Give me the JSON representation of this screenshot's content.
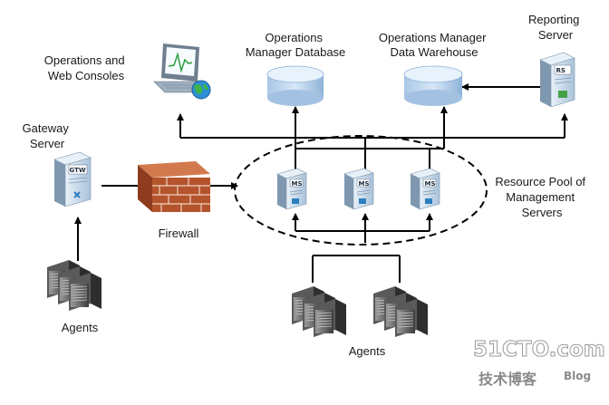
{
  "labels": {
    "consoles": [
      "Operations and",
      "Web Consoles"
    ],
    "ops_db": [
      "Operations",
      "Manager Database"
    ],
    "dw": [
      "Operations Manager",
      "Data Warehouse"
    ],
    "reporting": [
      "Reporting",
      "Server"
    ],
    "gateway": [
      "Gateway",
      "Server"
    ],
    "firewall": "Firewall",
    "resource_pool": [
      "Resource Pool of",
      "Management",
      "Servers"
    ],
    "agents_left": "Agents",
    "agents_bottom": "Agents"
  },
  "server_tags": {
    "gtw": "GTW",
    "ms": "MS",
    "rs": "RS"
  },
  "watermark": {
    "brand": "51CTO.com",
    "sub": "技术博客",
    "blog": "Blog"
  },
  "colors": {
    "line": "#000000",
    "db_top": "#e4f0fb",
    "db_body": "#b7d3ee",
    "server_face": "#cfe1f1",
    "brick": "#b4542c"
  }
}
